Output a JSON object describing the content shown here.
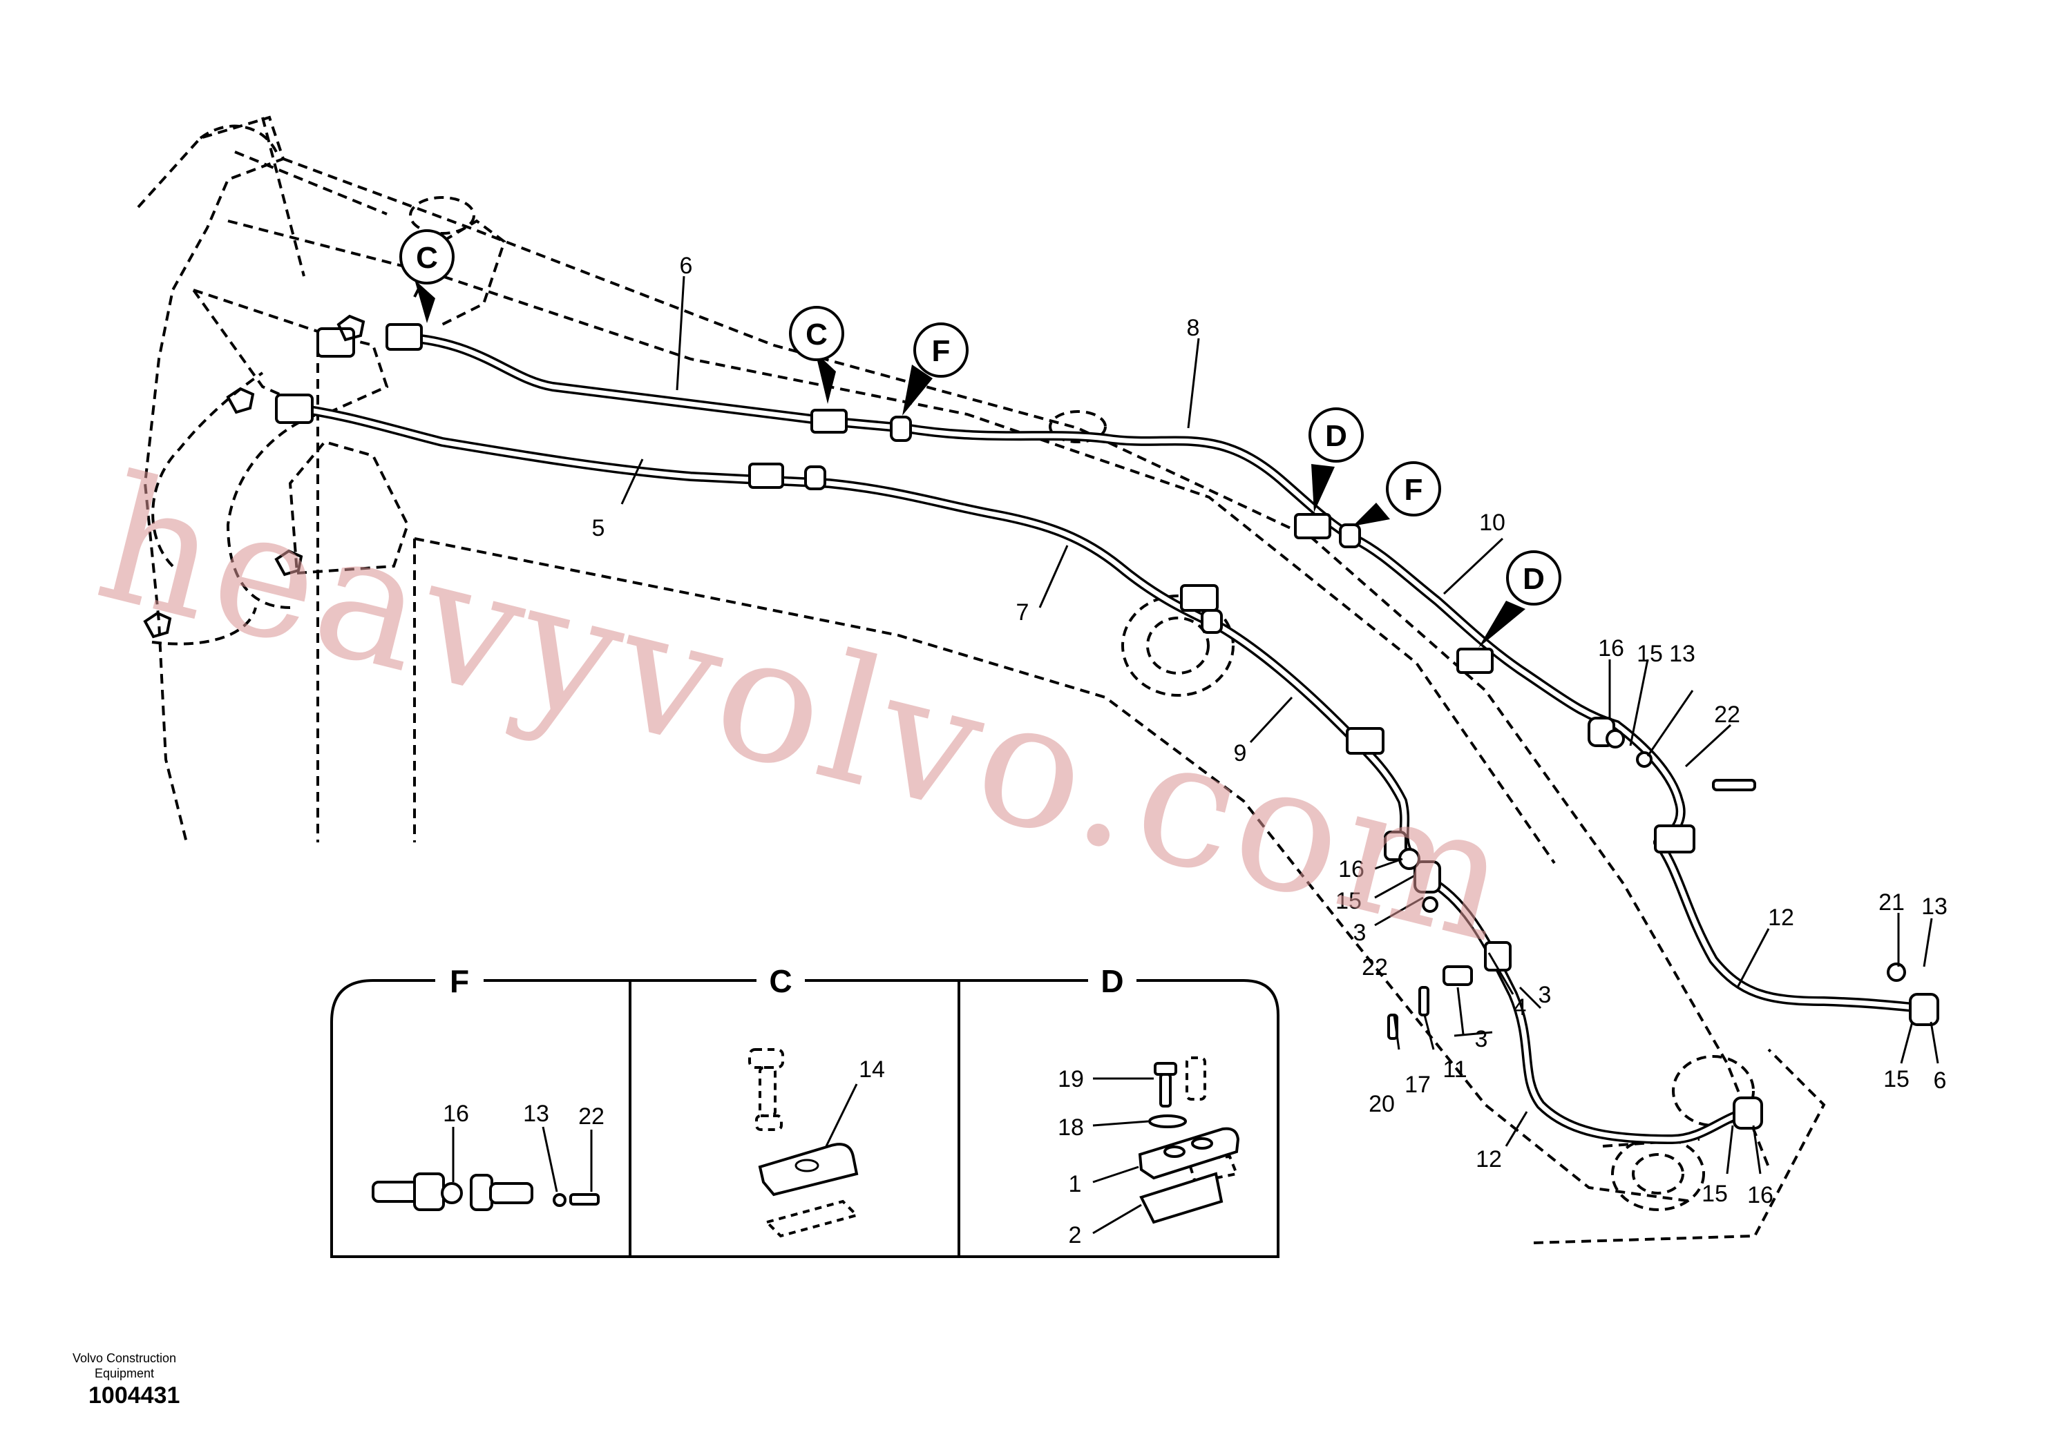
{
  "watermark": "heavyvolvo.com",
  "footer": {
    "company": "Volvo Construction Equipment",
    "drawing_number": "1004431"
  },
  "callouts": {
    "c1": "C",
    "c2": "C",
    "f1": "F",
    "d1": "D",
    "f2": "F",
    "d2": "D"
  },
  "details": {
    "f": {
      "title": "F",
      "labels": [
        "16",
        "13",
        "22"
      ]
    },
    "c": {
      "title": "C",
      "labels": [
        "14"
      ]
    },
    "d": {
      "title": "D",
      "labels": [
        "19",
        "18",
        "1",
        "2"
      ]
    }
  },
  "part_labels": [
    "6",
    "8",
    "5",
    "7",
    "10",
    "9",
    "16",
    "15",
    "13",
    "22",
    "16",
    "15",
    "3",
    "22",
    "3",
    "4",
    "3",
    "20",
    "17",
    "11",
    "12",
    "21",
    "13",
    "15",
    "6",
    "12",
    "15",
    "16"
  ]
}
